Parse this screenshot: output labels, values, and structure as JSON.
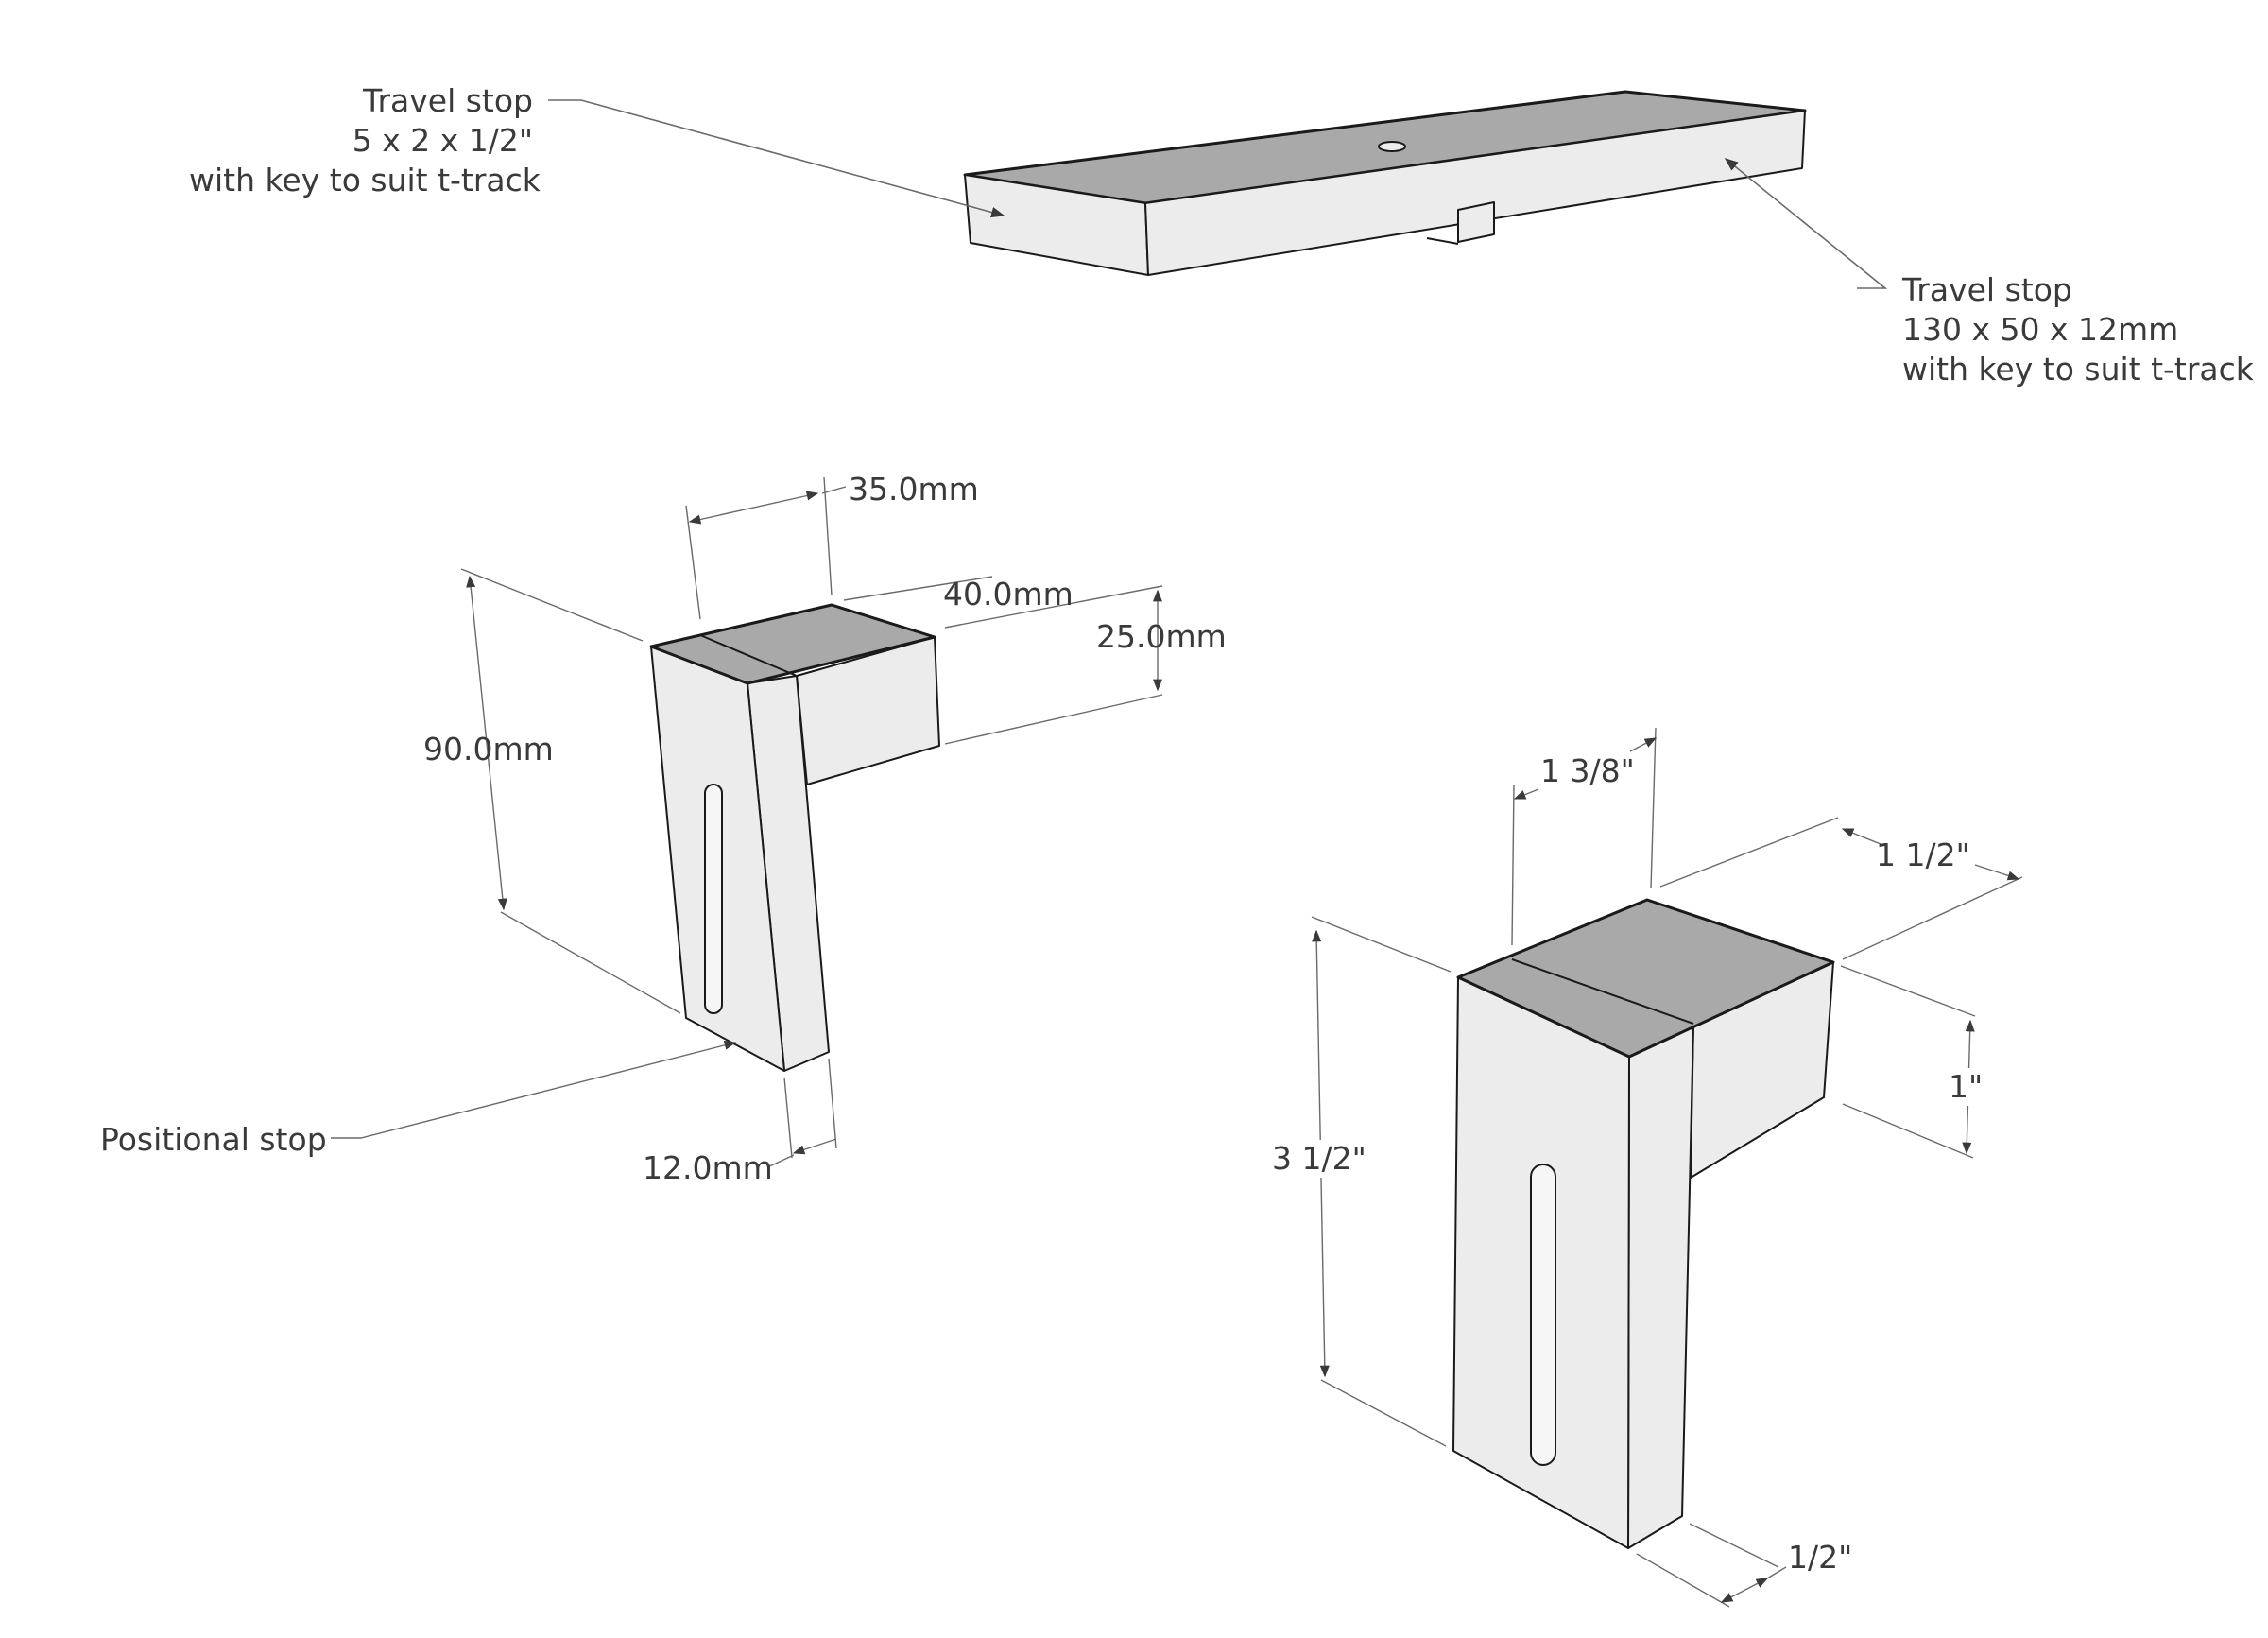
{
  "callouts": {
    "travel_stop_imperial": {
      "title": "Travel stop",
      "size": "5 x 2 x 1/2\"",
      "note": "with key to suit t-track"
    },
    "travel_stop_metric": {
      "title": "Travel stop",
      "size": "130 x 50 x 12mm",
      "note": "with key to suit t-track"
    },
    "positional_stop": {
      "title": "Positional stop"
    }
  },
  "metric_stop_dimensions": {
    "width": "35.0mm",
    "depth": "40.0mm",
    "arm_height": "25.0mm",
    "height": "90.0mm",
    "thickness": "12.0mm"
  },
  "imperial_stop_dimensions": {
    "width": "1 3/8\"",
    "depth": "1 1/2\"",
    "arm_height": "1\"",
    "height": "3 1/2\"",
    "thickness": "1/2\""
  },
  "colors": {
    "top_face": "#a9a9a9",
    "side_face": "#ececec",
    "edge": "#1a1a1a",
    "leader": "#6a6a6a",
    "text": "#3a3a3a"
  }
}
